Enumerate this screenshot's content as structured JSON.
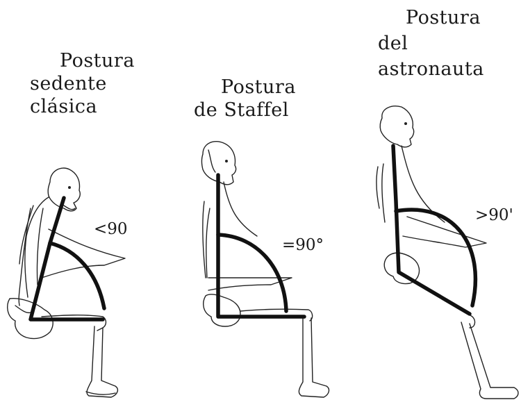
{
  "figures": [
    {
      "id": "clasica",
      "title_lines": [
        "Postura",
        "sedente",
        "clásica"
      ],
      "angle_label": "<90"
    },
    {
      "id": "staffel",
      "title_lines": [
        "Postura",
        "de Staffel"
      ],
      "angle_label": "=90°"
    },
    {
      "id": "astronauta",
      "title_lines": [
        "Postura",
        "del",
        "astronauta"
      ],
      "angle_label": ">90'"
    }
  ],
  "colors": {
    "ink": "#111111",
    "background": "#ffffff"
  }
}
